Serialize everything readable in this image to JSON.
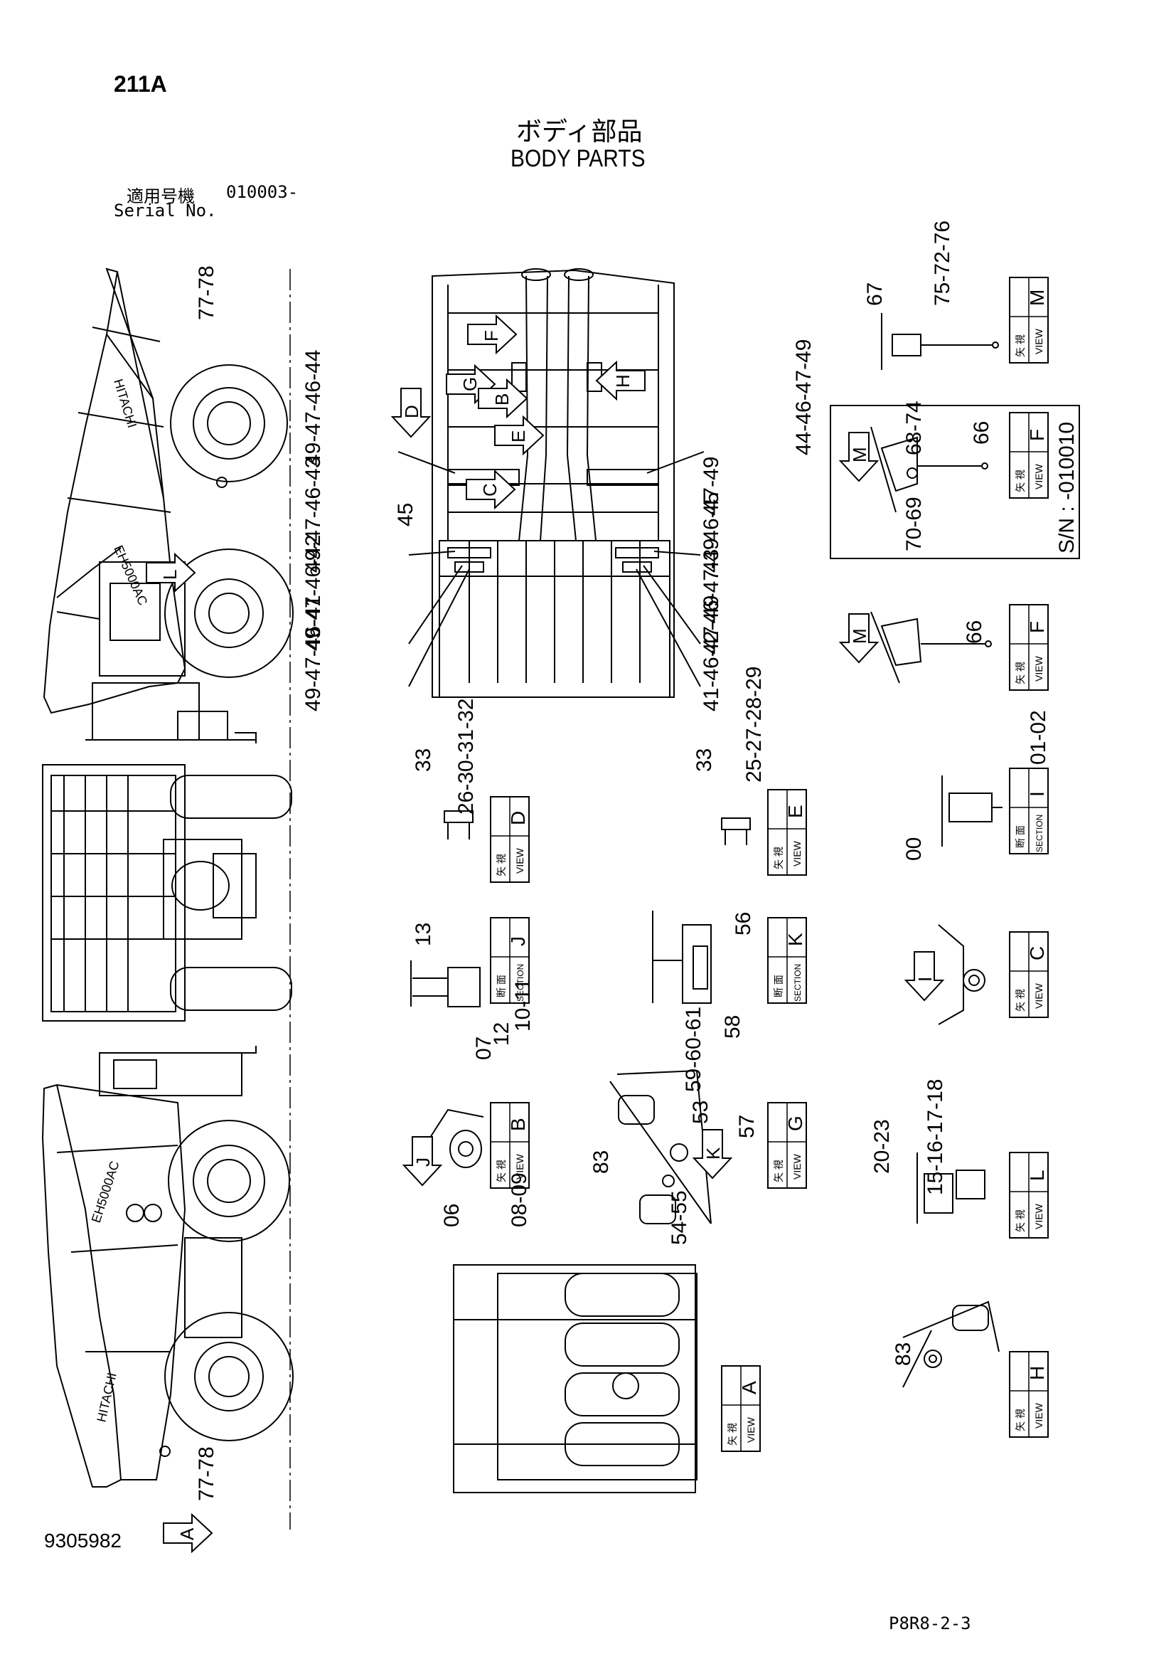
{
  "header": {
    "page_code": "211A",
    "title_jp": "ボディ部品",
    "title_en": "BODY PARTS",
    "serial_label_jp": "適用号機",
    "serial_value": "010003-",
    "serial_label_en": "Serial No."
  },
  "footer": {
    "drawing_number": "9305982",
    "page_ref": "P8R8-2-3"
  },
  "view_word": "VIEW",
  "section_word": "SECTION",
  "view_jp": "矢 視",
  "section_jp": "断 面",
  "brand": "HITACHI",
  "model": "EH5000AC",
  "views": [
    {
      "letter": "M",
      "kind": "view"
    },
    {
      "letter": "F",
      "kind": "view"
    },
    {
      "letter": "F",
      "kind": "view"
    },
    {
      "letter": "I",
      "kind": "section"
    },
    {
      "letter": "D",
      "kind": "view"
    },
    {
      "letter": "E",
      "kind": "view"
    },
    {
      "letter": "J",
      "kind": "section"
    },
    {
      "letter": "K",
      "kind": "section"
    },
    {
      "letter": "C",
      "kind": "view"
    },
    {
      "letter": "B",
      "kind": "view"
    },
    {
      "letter": "G",
      "kind": "view"
    },
    {
      "letter": "L",
      "kind": "view"
    },
    {
      "letter": "A",
      "kind": "view"
    },
    {
      "letter": "H",
      "kind": "view"
    }
  ],
  "serial_note": "S/N : -010010",
  "arrows": [
    "D",
    "F",
    "G",
    "B",
    "H",
    "E",
    "C",
    "L",
    "M",
    "M",
    "I",
    "J",
    "K",
    "A"
  ],
  "callouts": [
    "77-78",
    "49-47-46-44",
    "45",
    "49-47-46-43",
    "49-47-46-42",
    "49-47-46-41",
    "44-46-47-49",
    "45",
    "43-46-47-49",
    "42-46-47-49",
    "41-46-47-49",
    "67",
    "75-72-76",
    "68-74",
    "66",
    "70-69",
    "66",
    "01-02",
    "00",
    "33",
    "26-30-31-32",
    "33",
    "25-27-28-29",
    "13",
    "10-11",
    "07",
    "12",
    "56",
    "58",
    "59-60-61",
    "53",
    "57",
    "83",
    "54-55",
    "06",
    "08-09",
    "20-23",
    "15-16-17-18",
    "83",
    "77-78"
  ]
}
